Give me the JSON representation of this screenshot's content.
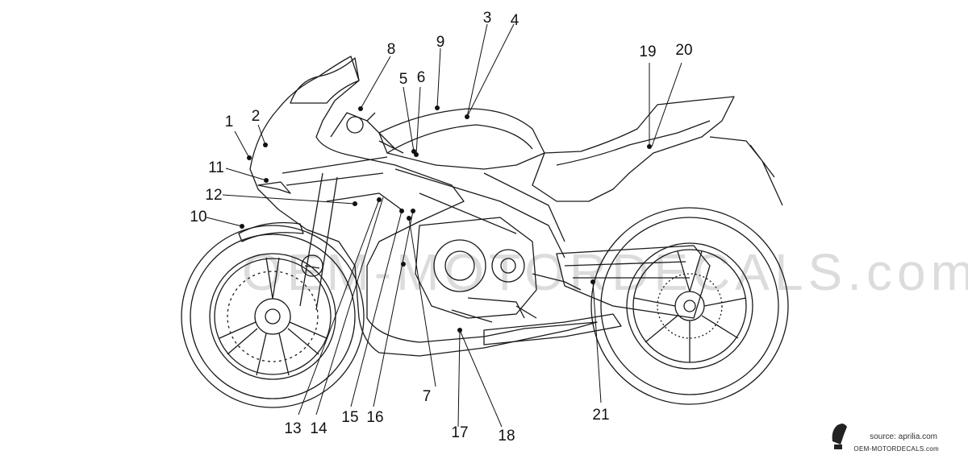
{
  "labels": [
    "1",
    "2",
    "3",
    "4",
    "5",
    "6",
    "7",
    "8",
    "9",
    "10",
    "11",
    "12",
    "13",
    "14",
    "15",
    "16",
    "17",
    "18",
    "19",
    "20",
    "21"
  ],
  "watermark": {
    "source_text": "source: aprilia.com",
    "brand_text": "OEM-MOTORDECALS.com",
    "background_text": "OEM-MOTORDECALS.com"
  },
  "colors": {
    "line": "#111111",
    "dot": "#111111",
    "faint": "#dcdcdc"
  },
  "icons": {
    "logo": "motorcycle-rider-icon"
  }
}
